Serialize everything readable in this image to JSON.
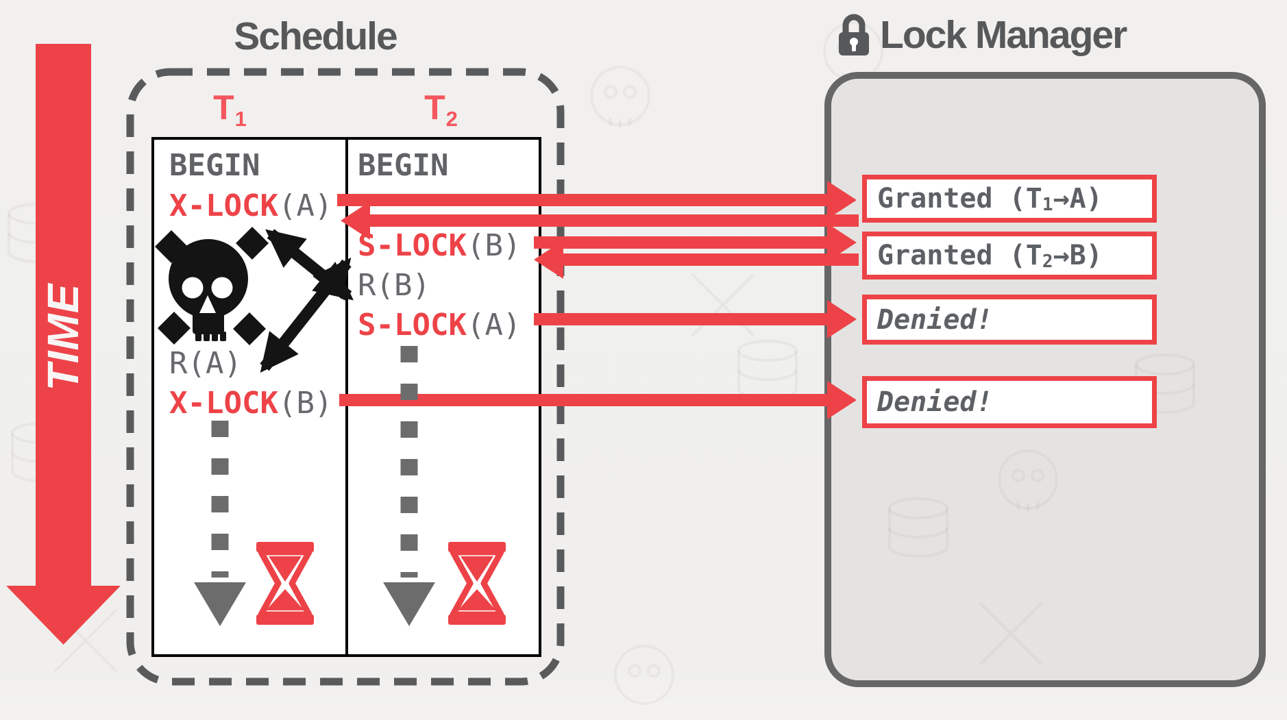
{
  "titles": {
    "schedule": "Schedule",
    "lock_manager": "Lock Manager",
    "time_axis": "TIME"
  },
  "colors": {
    "accent_red": "#ed4348",
    "transaction_red": "#f4575d",
    "text_gray": "#67696d",
    "title_gray": "#56585a",
    "panel_fill": "#e4e3e1",
    "panel_border": "#666666",
    "box_fill": "#ffffff",
    "table_fill": "#ffffff",
    "table_border": "#000000"
  },
  "icons": {
    "padlock": "padlock-icon",
    "skull": "skull-crossbones-icon",
    "hourglass": "hourglass-icon",
    "time_arrow": "down-arrow-icon"
  },
  "schedule": {
    "t1": {
      "label": "T",
      "sub": "1",
      "ops": [
        {
          "kw": "BEGIN",
          "arg": ""
        },
        {
          "kw": "X-LOCK",
          "arg": "(A)"
        },
        {
          "kw": "R",
          "arg": "(A)"
        },
        {
          "kw": "X-LOCK",
          "arg": "(B)"
        }
      ]
    },
    "t2": {
      "label": "T",
      "sub": "2",
      "ops": [
        {
          "kw": "BEGIN",
          "arg": ""
        },
        {
          "kw": "S-LOCK",
          "arg": "(B)"
        },
        {
          "kw": "R",
          "arg": "(B)"
        },
        {
          "kw": "S-LOCK",
          "arg": "(A)"
        }
      ]
    }
  },
  "lock_manager": {
    "responses": [
      {
        "pre": "Granted (T",
        "sub": "1",
        "post": "→A)",
        "style": "granted"
      },
      {
        "pre": "Granted (T",
        "sub": "2",
        "post": "→B)",
        "style": "granted"
      },
      {
        "pre": "Denied!",
        "sub": "",
        "post": "",
        "style": "denied"
      },
      {
        "pre": "Denied!",
        "sub": "",
        "post": "",
        "style": "denied"
      }
    ]
  }
}
